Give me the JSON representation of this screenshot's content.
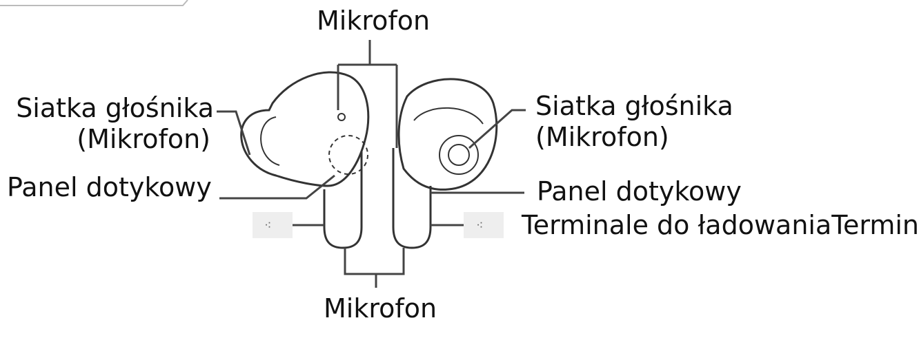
{
  "labels": {
    "mic_top": "Mikrofon",
    "mic_bottom": "Mikrofon",
    "left_mesh_line1": "Siatka głośnika",
    "left_mesh_line2": "(Mikrofon)",
    "right_mesh_line1": "Siatka głośnika",
    "right_mesh_line2": "(Mikrofon)",
    "left_touch": "Panel dotykowy",
    "right_touch": "Panel dotykowy",
    "right_terminal": "Terminale do ładowaniaTermina"
  },
  "colors": {
    "line": "#444444",
    "outline": "#333333",
    "pad": "#eeeeee"
  }
}
